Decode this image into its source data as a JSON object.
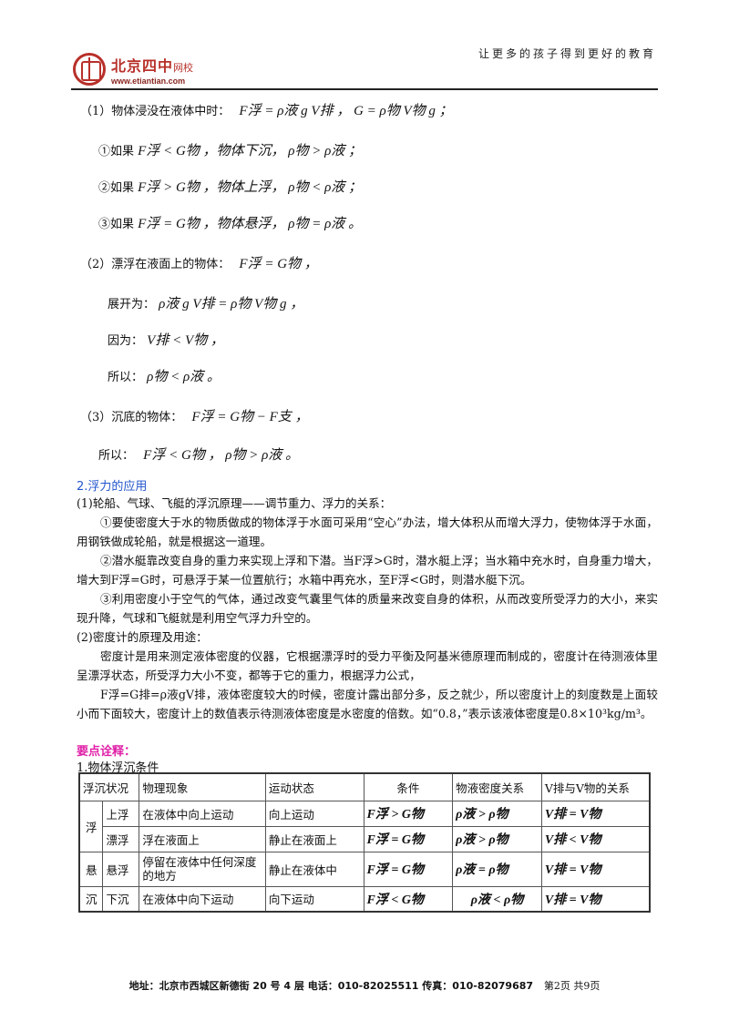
{
  "header": {
    "logo_cn": "北京四中",
    "logo_sub": "网校",
    "logo_url": "www.etiantian.com",
    "slogan": "让更多的孩子得到更好的教育"
  },
  "conditions": {
    "l1": "（1）物体浸没在液体中时：",
    "l1_math": "F浮 = ρ液 g V排 ， G = ρ物 V物 g ；",
    "l2": "①如果",
    "l2_math": "F浮 < G物 ，物体下沉， ρ物 > ρ液 ；",
    "l3": "②如果",
    "l3_math": "F浮 > G物 ，物体上浮， ρ物 < ρ液 ；",
    "l4": "③如果",
    "l4_math": "F浮 = G物 ，物体悬浮， ρ物 = ρ液 。",
    "l5": "（2）漂浮在液面上的物体：",
    "l5_math": "F浮 = G物 ，",
    "l6": "展开为：",
    "l6_math": "ρ液 g V排 = ρ物 V物 g ，",
    "l7": "因为：",
    "l7_math": "V排 < V物 ，",
    "l8": "所以：",
    "l8_math": "ρ物 < ρ液 。",
    "l9": "（3）沉底的物体：",
    "l9_math": "F浮 = G物 − F支 ，",
    "l10": "所以：",
    "l10_math": "F浮 < G物 ， ρ物 > ρ液 。"
  },
  "application": {
    "title": "2.浮力的应用",
    "p1": "(1)轮船、气球、飞艇的浮沉原理——调节重力、浮力的关系：",
    "p2": "①要使密度大于水的物质做成的物体浮于水面可采用“空心”办法，增大体积从而增大浮力，使物体浮于水面，用钢铁做成轮船，就是根据这一道理。",
    "p3": "②潜水艇靠改变自身的重力来实现上浮和下潜。当F浮>G时，潜水艇上浮；当水箱中充水时，自身重力增大，增大到F浮=G时，可悬浮于某一位置航行；水箱中再充水，至F浮<G时，则潜水艇下沉。",
    "p4": "③利用密度小于空气的气体，通过改变气囊里气体的质量来改变自身的体积，从而改变所受浮力的大小，来实现升降，气球和飞艇就是利用空气浮力升空的。",
    "p5": "(2)密度计的原理及用途：",
    "p6": "密度计是用来测定液体密度的仪器，它根据漂浮时的受力平衡及阿基米德原理而制成的，密度计在待测液体里呈漂浮状态，所受浮力大小不变，都等于它的重力，根据浮力公式，",
    "p7": "F浮=G排=ρ液gV排，液体密度较大的时候，密度计露出部分多，反之就少，所以密度计上的刻度数是上面较小而下面较大，密度计上的数值表示待测液体密度是水密度的倍数。如“0.8，”表示该液体密度是0.8×10³kg/m³。"
  },
  "keypoints": {
    "title": "要点诠释：",
    "subtitle": "1.物体浮沉条件"
  },
  "table": {
    "headers": [
      "浮沉状况",
      "物理现象",
      "运动状态",
      "条件",
      "物液密度关系",
      "V排与V物的关系"
    ],
    "group_labels": [
      "浮",
      "悬",
      "沉"
    ],
    "rows": [
      [
        "上浮",
        "在液体中向上运动",
        "向上运动",
        "F浮 > G物",
        "ρ液 > ρ物",
        "V排 = V物"
      ],
      [
        "漂浮",
        "浮在液面上",
        "静止在液面上",
        "F浮 = G物",
        "ρ液 > ρ物",
        "V排 < V物"
      ],
      [
        "悬浮",
        "停留在液体中任何深度的地方",
        "静止在液体中",
        "F浮 = G物",
        "ρ液 = ρ物",
        "V排 = V物"
      ],
      [
        "下沉",
        "在液体中向下运动",
        "向下运动",
        "F浮 < G物",
        "ρ液 < ρ物",
        "V排 = V物"
      ]
    ]
  },
  "footer": {
    "address": "地址：北京市西城区新德街 20 号 4 层 电话：010-82025511 传真：010-82079687",
    "page": "第2页 共9页"
  }
}
